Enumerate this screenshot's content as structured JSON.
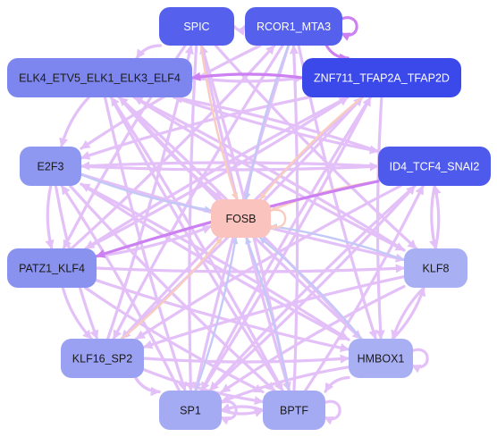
{
  "colors": {
    "edge_default": "#e3c0f7",
    "edge_strong": "#cc80f2",
    "edge_blue": "#c3c8f7",
    "edge_peach": "#f9ccc0",
    "node_text_dark": "#1a1a1a",
    "node_text_light": "#ffffff"
  },
  "nodes": [
    {
      "id": "SPIC",
      "label": "SPIC",
      "fill": "#5561ec",
      "text": "light"
    },
    {
      "id": "RCOR1_MTA3",
      "label": "RCOR1_MTA3",
      "fill": "#5561ec",
      "text": "light"
    },
    {
      "id": "ELK4",
      "label": "ELK4_ETV5_ELK1_ELK3_ELF4",
      "fill": "#7d86ef",
      "text": "dark"
    },
    {
      "id": "ZNF711",
      "label": "ZNF711_TFAP2A_TFAP2D",
      "fill": "#3c49ea",
      "text": "light"
    },
    {
      "id": "E2F3",
      "label": "E2F3",
      "fill": "#8f98f1",
      "text": "dark"
    },
    {
      "id": "ID4",
      "label": "ID4_TCF4_SNAI2",
      "fill": "#4e5aeb",
      "text": "light"
    },
    {
      "id": "FOSB",
      "label": "FOSB",
      "fill": "#fbc3bd",
      "text": "dark"
    },
    {
      "id": "PATZ1",
      "label": "PATZ1_KLF4",
      "fill": "#8a92f0",
      "text": "dark"
    },
    {
      "id": "KLF8",
      "label": "KLF8",
      "fill": "#a9aff3",
      "text": "dark"
    },
    {
      "id": "KLF16",
      "label": "KLF16_SP2",
      "fill": "#9aa1f2",
      "text": "dark"
    },
    {
      "id": "HMBOX1",
      "label": "HMBOX1",
      "fill": "#a9aff3",
      "text": "dark"
    },
    {
      "id": "SP1",
      "label": "SP1",
      "fill": "#a5abf2",
      "text": "dark"
    },
    {
      "id": "BPTF",
      "label": "BPTF",
      "fill": "#a5abf2",
      "text": "dark"
    }
  ],
  "edges": [
    {
      "from": "ZNF711",
      "to": "ELK4",
      "kind": "strong"
    },
    {
      "from": "RCOR1_MTA3",
      "to": "ZNF711",
      "kind": "strong"
    },
    {
      "from": "RCOR1_MTA3",
      "to": "RCOR1_MTA3",
      "kind": "strong"
    },
    {
      "from": "ELK4",
      "to": "ZNF711",
      "kind": "default"
    },
    {
      "from": "SPIC",
      "to": "RCOR1_MTA3",
      "kind": "default"
    },
    {
      "from": "SPIC",
      "to": "ELK4",
      "kind": "default"
    },
    {
      "from": "SPIC",
      "to": "PATZ1",
      "kind": "default"
    },
    {
      "from": "SPIC",
      "to": "SP1",
      "kind": "default"
    },
    {
      "from": "SPIC",
      "to": "BPTF",
      "kind": "default"
    },
    {
      "from": "SPIC",
      "to": "KLF8",
      "kind": "default"
    },
    {
      "from": "SPIC",
      "to": "FOSB",
      "kind": "peach"
    },
    {
      "from": "RCOR1_MTA3",
      "to": "E2F3",
      "kind": "default"
    },
    {
      "from": "RCOR1_MTA3",
      "to": "KLF16",
      "kind": "default"
    },
    {
      "from": "RCOR1_MTA3",
      "to": "HMBOX1",
      "kind": "default"
    },
    {
      "from": "RCOR1_MTA3",
      "to": "FOSB",
      "kind": "blue"
    },
    {
      "from": "RCOR1_MTA3",
      "to": "SP1",
      "kind": "default"
    },
    {
      "from": "ELK4",
      "to": "ID4",
      "kind": "default"
    },
    {
      "from": "ELK4",
      "to": "KLF8",
      "kind": "default"
    },
    {
      "from": "ELK4",
      "to": "HMBOX1",
      "kind": "default"
    },
    {
      "from": "ELK4",
      "to": "BPTF",
      "kind": "default"
    },
    {
      "from": "ELK4",
      "to": "SP1",
      "kind": "default"
    },
    {
      "from": "ELK4",
      "to": "FOSB",
      "kind": "default"
    },
    {
      "from": "ZNF711",
      "to": "E2F3",
      "kind": "default"
    },
    {
      "from": "ZNF711",
      "to": "PATZ1",
      "kind": "default"
    },
    {
      "from": "ZNF711",
      "to": "KLF16",
      "kind": "default"
    },
    {
      "from": "ZNF711",
      "to": "SP1",
      "kind": "default"
    },
    {
      "from": "ZNF711",
      "to": "FOSB",
      "kind": "peach"
    },
    {
      "from": "ZNF711",
      "to": "HMBOX1",
      "kind": "default"
    },
    {
      "from": "E2F3",
      "to": "ID4",
      "kind": "default"
    },
    {
      "from": "E2F3",
      "to": "KLF8",
      "kind": "default"
    },
    {
      "from": "E2F3",
      "to": "BPTF",
      "kind": "default"
    },
    {
      "from": "E2F3",
      "to": "HMBOX1",
      "kind": "default"
    },
    {
      "from": "E2F3",
      "to": "FOSB",
      "kind": "blue"
    },
    {
      "from": "E2F3",
      "to": "PATZ1",
      "kind": "default"
    },
    {
      "from": "ID4",
      "to": "PATZ1",
      "kind": "strong"
    },
    {
      "from": "ID4",
      "to": "KLF16",
      "kind": "default"
    },
    {
      "from": "ID4",
      "to": "SP1",
      "kind": "default"
    },
    {
      "from": "ID4",
      "to": "E2F3",
      "kind": "default"
    },
    {
      "from": "ID4",
      "to": "KLF8",
      "kind": "default"
    },
    {
      "from": "ID4",
      "to": "FOSB",
      "kind": "peach"
    },
    {
      "from": "ID4",
      "to": "ELK4",
      "kind": "default"
    },
    {
      "from": "PATZ1",
      "to": "KLF8",
      "kind": "default"
    },
    {
      "from": "PATZ1",
      "to": "BPTF",
      "kind": "default"
    },
    {
      "from": "PATZ1",
      "to": "HMBOX1",
      "kind": "default"
    },
    {
      "from": "PATZ1",
      "to": "FOSB",
      "kind": "default"
    },
    {
      "from": "PATZ1",
      "to": "RCOR1_MTA3",
      "kind": "default"
    },
    {
      "from": "PATZ1",
      "to": "ZNF711",
      "kind": "default"
    },
    {
      "from": "KLF8",
      "to": "KLF16",
      "kind": "default"
    },
    {
      "from": "KLF8",
      "to": "SP1",
      "kind": "default"
    },
    {
      "from": "KLF8",
      "to": "FOSB",
      "kind": "blue"
    },
    {
      "from": "KLF8",
      "to": "HMBOX1",
      "kind": "default"
    },
    {
      "from": "KLF8",
      "to": "ELK4",
      "kind": "default"
    },
    {
      "from": "KLF16",
      "to": "BPTF",
      "kind": "default"
    },
    {
      "from": "KLF16",
      "to": "HMBOX1",
      "kind": "default"
    },
    {
      "from": "KLF16",
      "to": "SP1",
      "kind": "default"
    },
    {
      "from": "KLF16",
      "to": "FOSB",
      "kind": "peach"
    },
    {
      "from": "KLF16",
      "to": "ZNF711",
      "kind": "default"
    },
    {
      "from": "KLF16",
      "to": "SPIC",
      "kind": "default"
    },
    {
      "from": "HMBOX1",
      "to": "SP1",
      "kind": "default"
    },
    {
      "from": "HMBOX1",
      "to": "FOSB",
      "kind": "blue"
    },
    {
      "from": "HMBOX1",
      "to": "E2F3",
      "kind": "default"
    },
    {
      "from": "HMBOX1",
      "to": "ELK4",
      "kind": "default"
    },
    {
      "from": "HMBOX1",
      "to": "HMBOX1",
      "kind": "default"
    },
    {
      "from": "SP1",
      "to": "BPTF",
      "kind": "default"
    },
    {
      "from": "SP1",
      "to": "FOSB",
      "kind": "blue"
    },
    {
      "from": "SP1",
      "to": "E2F3",
      "kind": "default"
    },
    {
      "from": "SP1",
      "to": "ZNF711",
      "kind": "default"
    },
    {
      "from": "SP1",
      "to": "ID4",
      "kind": "default"
    },
    {
      "from": "SP1",
      "to": "SP1",
      "kind": "default"
    },
    {
      "from": "BPTF",
      "to": "SP1",
      "kind": "default"
    },
    {
      "from": "BPTF",
      "to": "FOSB",
      "kind": "blue"
    },
    {
      "from": "BPTF",
      "to": "ELK4",
      "kind": "default"
    },
    {
      "from": "BPTF",
      "to": "RCOR1_MTA3",
      "kind": "default"
    },
    {
      "from": "BPTF",
      "to": "ID4",
      "kind": "default"
    },
    {
      "from": "BPTF",
      "to": "SPIC",
      "kind": "default"
    },
    {
      "from": "BPTF",
      "to": "BPTF",
      "kind": "default"
    },
    {
      "from": "FOSB",
      "to": "FOSB",
      "kind": "peach"
    },
    {
      "from": "ELK4",
      "to": "E2F3",
      "kind": "default"
    },
    {
      "from": "E2F3",
      "to": "KLF16",
      "kind": "default"
    },
    {
      "from": "PATZ1",
      "to": "KLF16",
      "kind": "default"
    },
    {
      "from": "KLF16",
      "to": "SP1",
      "kind": "default"
    },
    {
      "from": "KLF8",
      "to": "ID4",
      "kind": "default"
    },
    {
      "from": "HMBOX1",
      "to": "KLF8",
      "kind": "default"
    },
    {
      "from": "HMBOX1",
      "to": "BPTF",
      "kind": "default"
    }
  ]
}
